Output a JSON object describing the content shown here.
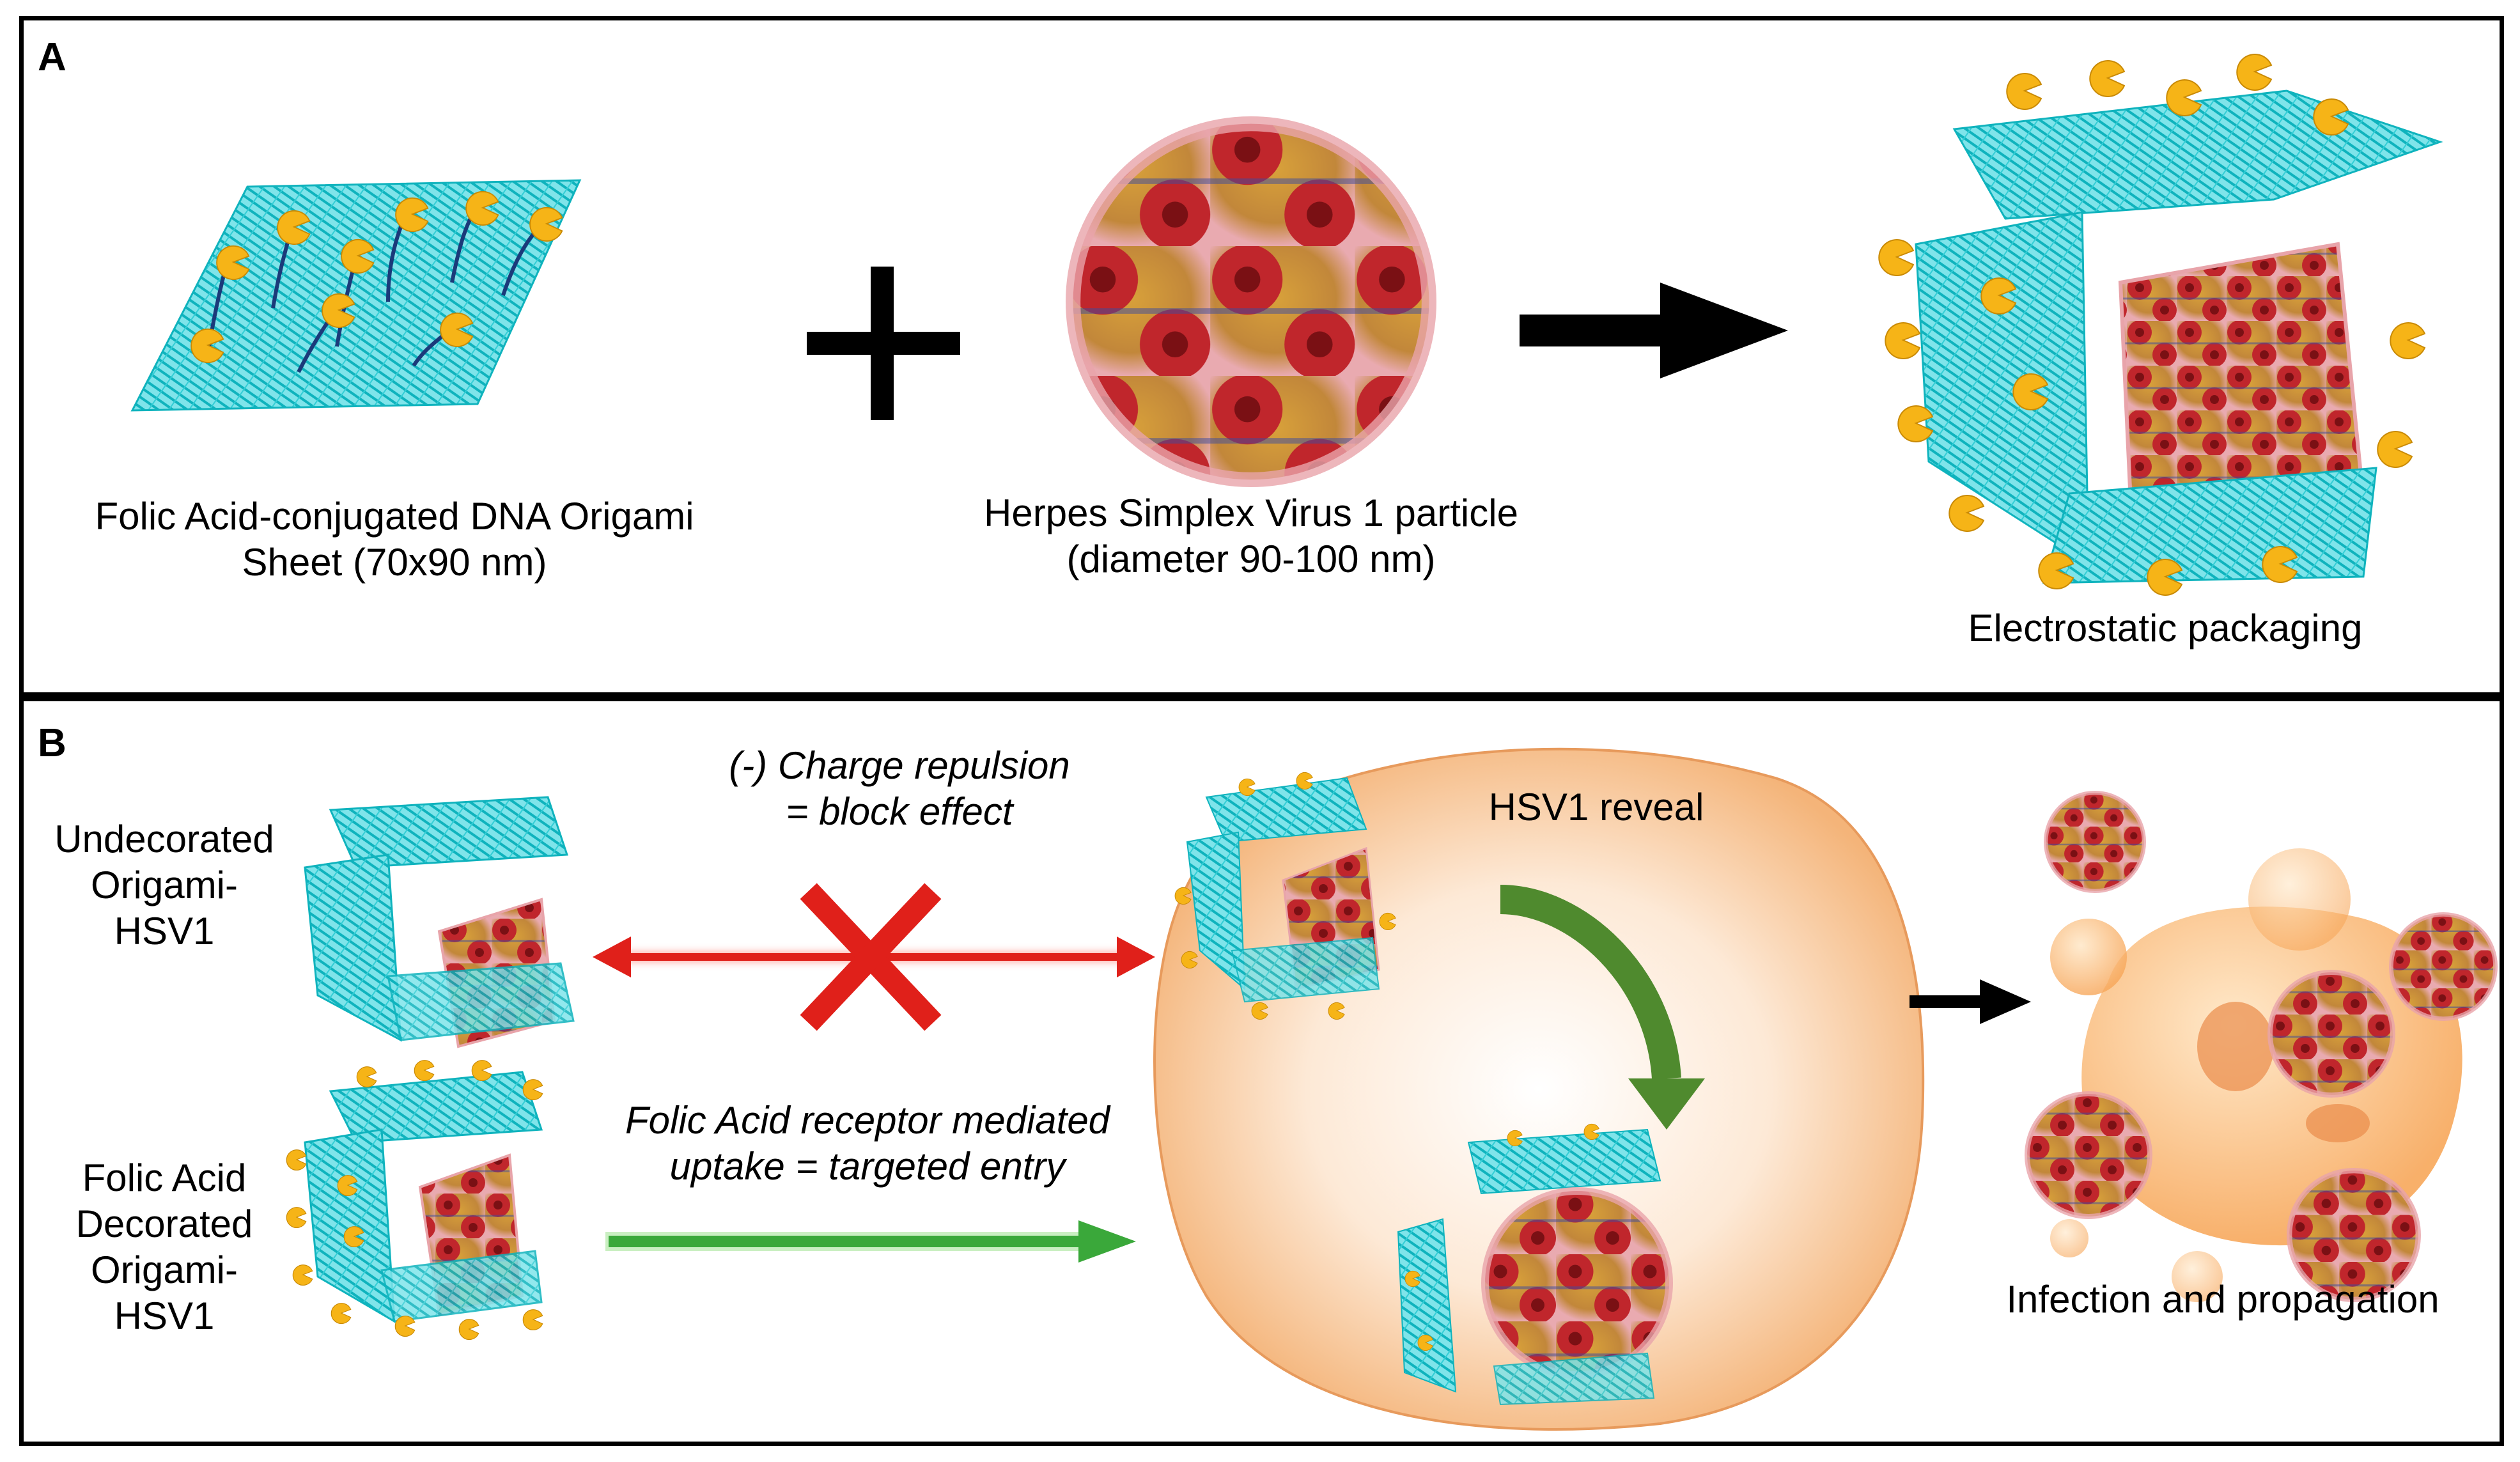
{
  "panel_a": {
    "label": "A",
    "sheet_caption_line1": "Folic Acid-conjugated DNA Origami",
    "sheet_caption_line2": "Sheet (70x90 nm)",
    "virus_caption_line1": "Herpes Simplex Virus 1 particle",
    "virus_caption_line2": "(diameter 90-100 nm)",
    "packaging_caption": "Electrostatic packaging"
  },
  "panel_b": {
    "label": "B",
    "undecorated_line1": "Undecorated",
    "undecorated_line2": "Origami-",
    "undecorated_line3": "HSV1",
    "decorated_line1": "Folic Acid",
    "decorated_line2": "Decorated",
    "decorated_line3": "Origami-",
    "decorated_line4": "HSV1",
    "repulsion_line1": "(-) Charge repulsion",
    "repulsion_line2": "= block effect",
    "uptake_line1": "Folic Acid receptor mediated",
    "uptake_line2": "uptake = targeted entry",
    "reveal": "HSV1 reveal",
    "infection": "Infection and propagation"
  },
  "colors": {
    "origami": "#22c8d0",
    "folate": "#f6b417",
    "virus": "#c0262c",
    "cell": "#f6c08e",
    "block_arrow": "#e0201a",
    "entry_arrow": "#3aa83a",
    "reveal_arrow": "#4f8a2e"
  }
}
